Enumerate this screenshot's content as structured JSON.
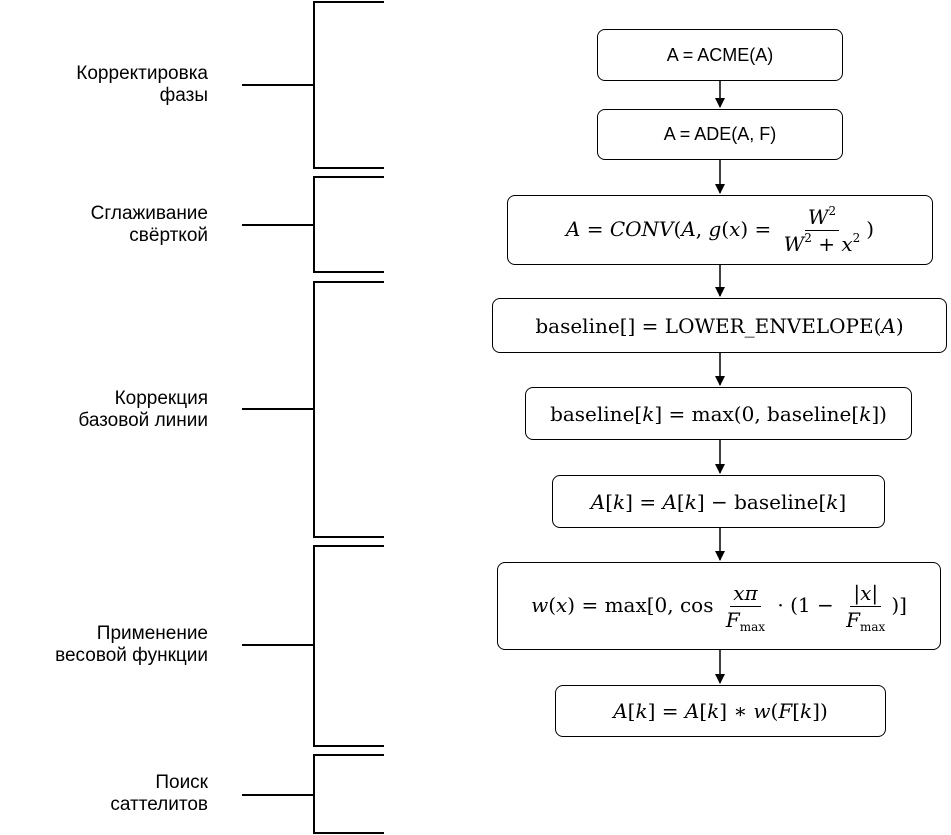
{
  "stages": [
    {
      "line1": "Корректировка",
      "line2": "фазы"
    },
    {
      "line1": "Сглаживание",
      "line2": "свёрткой"
    },
    {
      "line1": "Коррекция",
      "line2": "базовой линии"
    },
    {
      "line1": "Применение",
      "line2": "весовой функции"
    },
    {
      "line1": "Поиск",
      "line2": "саттелитов"
    }
  ],
  "steps": {
    "acme": "A = ACME(A)",
    "ade": "A = ADE(A, F)",
    "lower_envelope": "LOWER_ENVELOPE",
    "baseline_word": "baseline",
    "max_word": "max"
  }
}
